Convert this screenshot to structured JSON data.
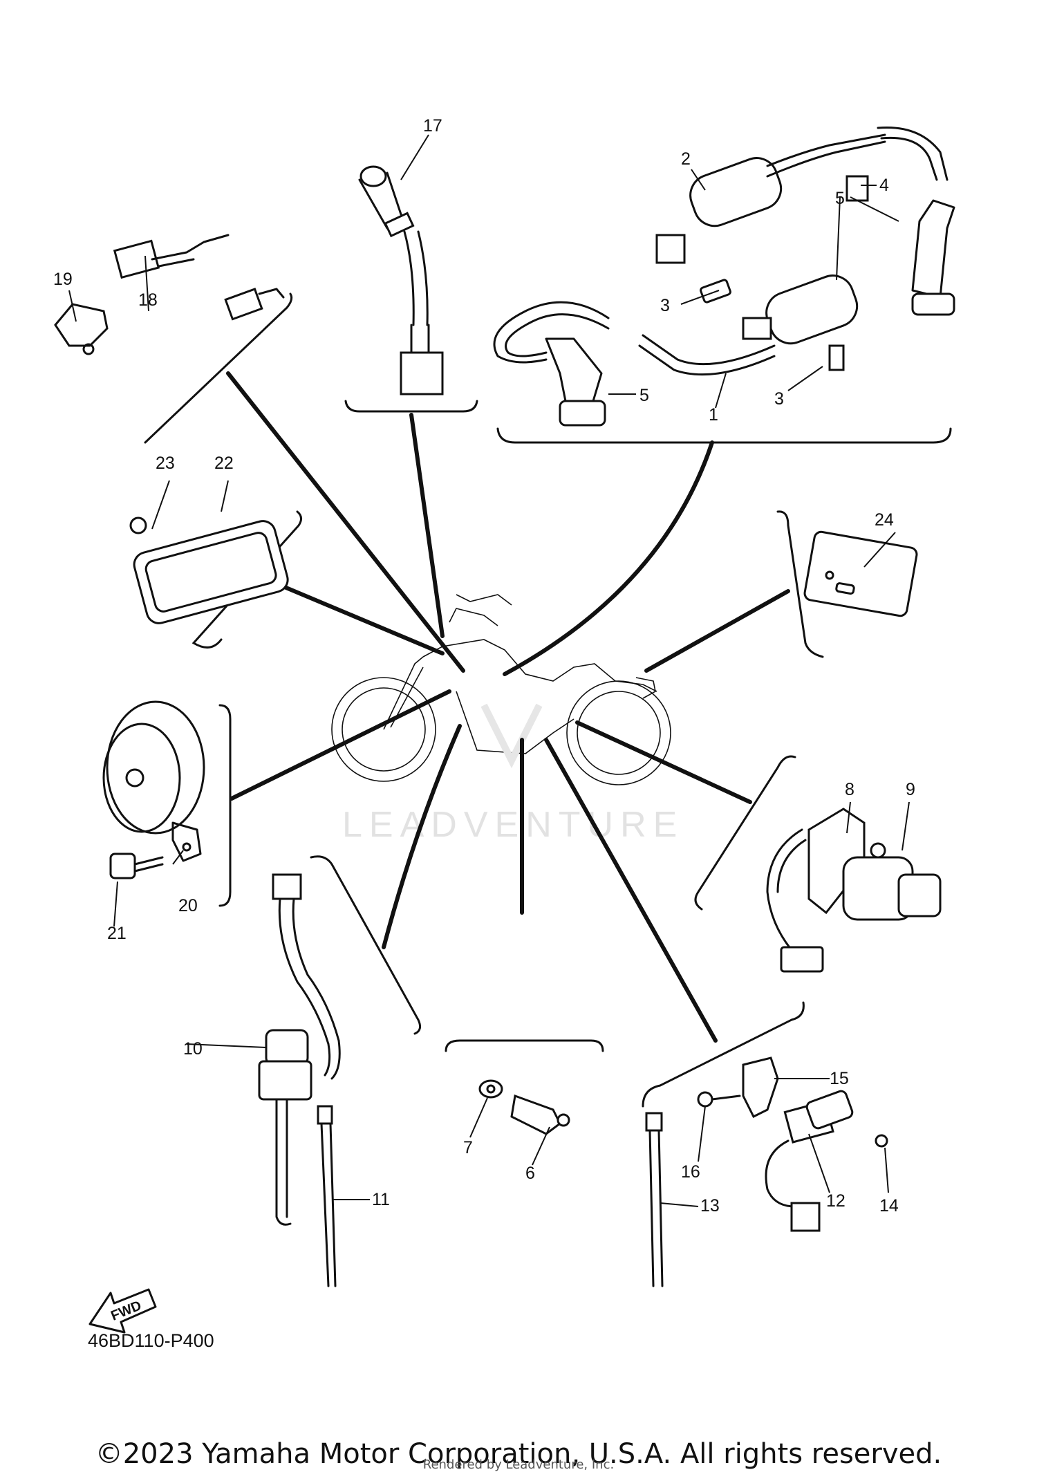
{
  "diagram": {
    "part_numbers": [
      "1",
      "2",
      "3",
      "3",
      "4",
      "5",
      "5",
      "6",
      "7",
      "8",
      "9",
      "10",
      "11",
      "12",
      "13",
      "14",
      "15",
      "16",
      "17",
      "18",
      "19",
      "20",
      "21",
      "22",
      "23",
      "24"
    ],
    "fwd_label": "FWD",
    "drawing_code": "46BD110-P400",
    "watermark": "LEADVENTURE"
  },
  "footer": {
    "copyright": "©2023 Yamaha Motor Corporation, U.S.A. All rights reserved.",
    "rendered_by": "Rendered by Leadventure, Inc."
  }
}
